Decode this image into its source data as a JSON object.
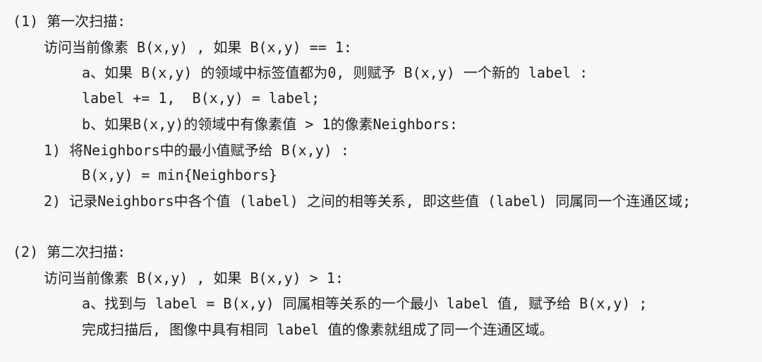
{
  "sections": [
    {
      "heading": "(1) 第一次扫描:",
      "lines": [
        "访问当前像素 B(x,y) , 如果 B(x,y) == 1:",
        "a、如果 B(x,y) 的领域中标签值都为0, 则赋予 B(x,y) 一个新的 label :",
        "label += 1,  B(x,y) = label;",
        "b、如果B(x,y)的领域中有像素值 > 1的像素Neighbors:",
        "1) 将Neighbors中的最小值赋予给 B(x,y) :",
        "B(x,y) = min{Neighbors}",
        "2) 记录Neighbors中各个值 (label) 之间的相等关系, 即这些值 (label) 同属同一个连通区域;"
      ]
    },
    {
      "heading": "(2) 第二次扫描:",
      "lines": [
        "访问当前像素 B(x,y) , 如果 B(x,y) > 1:",
        "a、找到与 label = B(x,y) 同属相等关系的一个最小 label 值, 赋予给 B(x,y) ;",
        "完成扫描后, 图像中具有相同 label 值的像素就组成了同一个连通区域。"
      ]
    }
  ]
}
